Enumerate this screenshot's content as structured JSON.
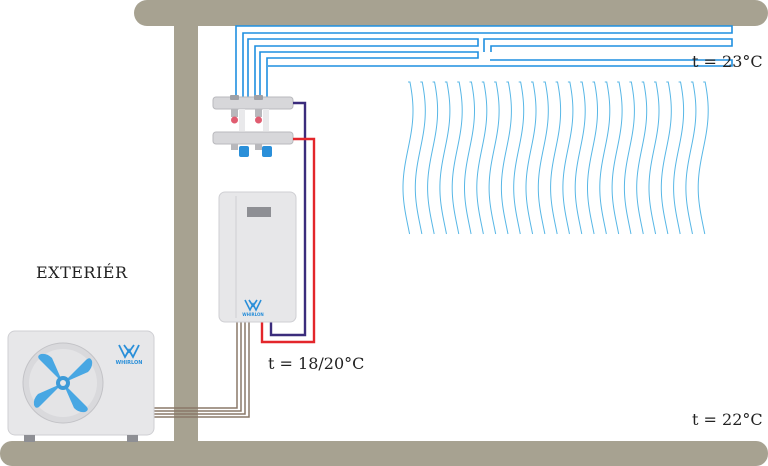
{
  "labels": {
    "exterior": "EXTERIÉR",
    "ceiling_temp": "t = 23°C",
    "water_temp": "t = 18/20°C",
    "floor_temp": "t = 22°C"
  },
  "brand": {
    "outdoor_unit": "WHIRLON",
    "indoor_unit": "WHIRLON"
  },
  "colors": {
    "wall": "#a7a291",
    "cold_pipe": "#1f8fe0",
    "supply_pipe": "#e3262b",
    "return_pipe": "#3b2c7c",
    "refrigerant_line": "#8a7868",
    "airflow": "#58b7e6",
    "unit_body": "#e7e7e9",
    "fan_blade": "#48a7e3"
  },
  "icons": [
    "whirlon-logo-icon",
    "fan-icon",
    "distribution-manifold-icon",
    "airflow-waves-icon"
  ]
}
